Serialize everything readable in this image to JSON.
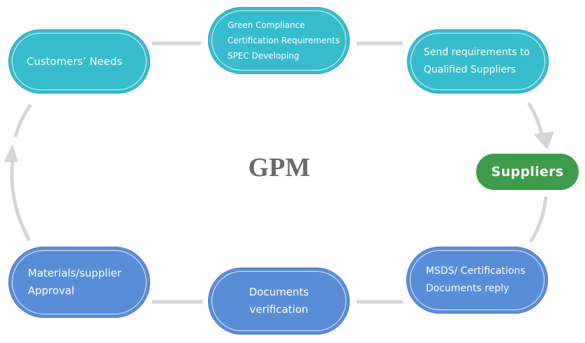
{
  "center_label": "GPM",
  "nodes": {
    "customers_needs": {
      "label": "Customers’ Needs"
    },
    "green_compliance": {
      "lines": [
        "Green Compliance",
        "Certification Requirements",
        "SPEC Developing"
      ]
    },
    "send_requirements": {
      "lines": [
        "Send requirements to",
        "Qualified Suppliers"
      ]
    },
    "suppliers": {
      "label": "Suppliers"
    },
    "msds": {
      "lines": [
        "MSDS/ Certifications",
        "Documents reply"
      ]
    },
    "documents_verification": {
      "lines": [
        "Documents",
        "verification"
      ]
    },
    "materials_approval": {
      "lines": [
        "Materials/supplier",
        "Approval"
      ]
    }
  },
  "colors": {
    "teal": "#37bccc",
    "blue": "#5a8dd8",
    "green": "#3d9b4a",
    "connector": "#d6d6d6",
    "center_text": "#6a6a6a"
  }
}
